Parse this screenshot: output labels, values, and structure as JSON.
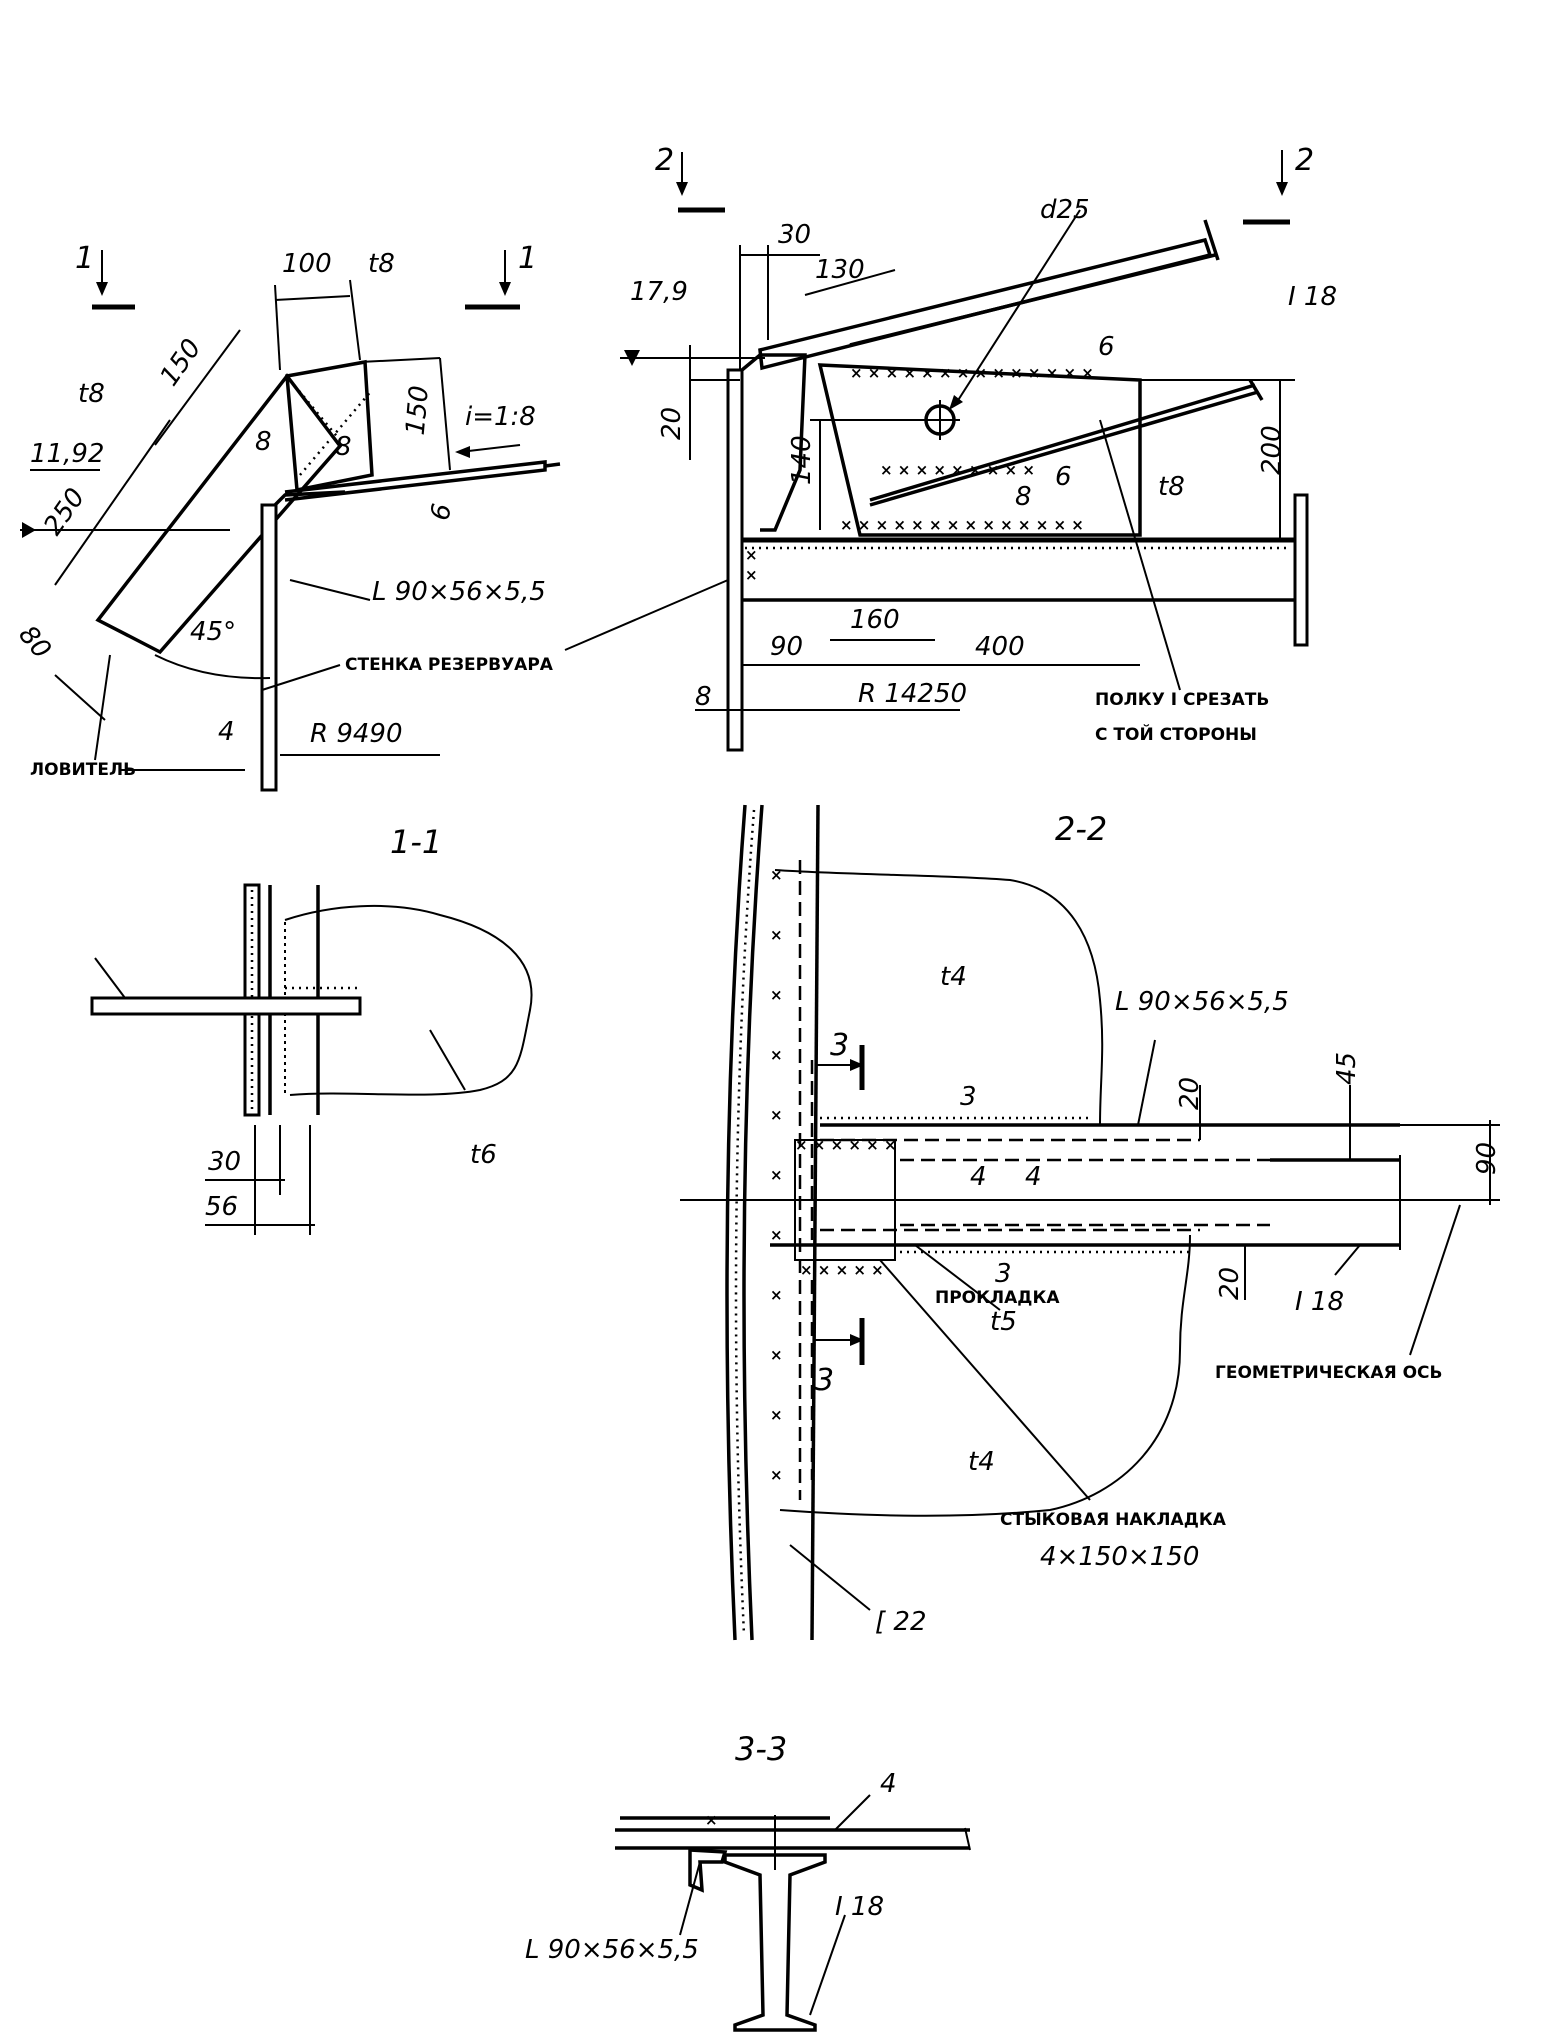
{
  "view_top_left": {
    "section_mark_left": "1",
    "section_mark_right": "1",
    "dim_100": "100",
    "plate_t8_a": "t8",
    "plate_t8_b": "t8",
    "dim_150_a": "150",
    "dim_150_b": "150",
    "dim_250": "250",
    "dim_80": "80",
    "elev_11_92": "11,92",
    "weld_8_a": "8",
    "weld_8_b": "8",
    "slope": "i=1:8",
    "dim_6": "6",
    "angle_profile": "L 90×56×5,5",
    "angle_45": "45°",
    "wall_label": "СТЕНКА РЕЗЕРВУАРА",
    "dim_4": "4",
    "radius": "R 9490",
    "catcher_label": "ЛОВИТЕЛЬ"
  },
  "view_top_right": {
    "section_mark_left": "2",
    "section_mark_right": "2",
    "dim_30": "30",
    "hole": "d25",
    "dim_130": "130",
    "elev_17_9": "17,9",
    "beam": "I 18",
    "weld_6_a": "6",
    "weld_6_b": "6",
    "weld_8": "8",
    "dim_20": "20",
    "dim_140": "140",
    "plate_t8": "t8",
    "dim_200": "200",
    "dim_160": "160",
    "dim_90": "90",
    "dim_400": "400",
    "dim_8": "8",
    "radius": "R 14250",
    "note_line1": "ПОЛКУ I СРЕЗАТЬ",
    "note_line2": "С ТОЙ СТОРОНЫ"
  },
  "section_1_1": {
    "title": "1-1",
    "plate": "t6",
    "dim_30": "30",
    "dim_56": "56"
  },
  "section_2_2": {
    "title": "2-2",
    "plate_t4_top": "t4",
    "plate_t4_bottom": "t4",
    "angle_profile": "L 90×56×5,5",
    "cut_mark_top": "3",
    "cut_mark_bottom": "3",
    "weld_3_top": "3",
    "weld_4_a": "4",
    "weld_4_b": "4",
    "weld_3_bottom": "3",
    "dim_20_top": "20",
    "dim_45": "45",
    "dim_90": "90",
    "dim_20_bottom": "20",
    "spacer_label": "ПРОКЛАДКА",
    "spacer_plate": "t5",
    "beam": "I 18",
    "axis_label": "ГЕОМЕТРИЧЕСКАЯ ОСЬ",
    "butt_strap_label": "СТЫКОВАЯ НАКЛАДКА",
    "butt_strap_size": "4×150×150",
    "channel": "[ 22"
  },
  "section_3_3": {
    "title": "3-3",
    "weld_4": "4",
    "beam": "I 18",
    "angle_profile": "L 90×56×5,5"
  }
}
